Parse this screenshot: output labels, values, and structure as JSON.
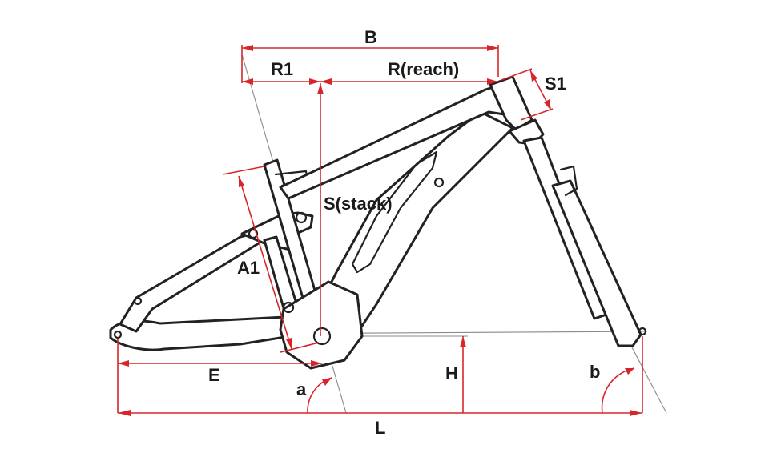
{
  "labels": {
    "B": "B",
    "R1": "R1",
    "reach": "R(reach)",
    "S1": "S1",
    "stack": "S(stack)",
    "A1": "A1",
    "E": "E",
    "H": "H",
    "a": "a",
    "b": "b",
    "L": "L"
  },
  "colors": {
    "dimension_lines": "#d7262b",
    "frame_outline": "#222222",
    "guide_lines": "#8a8a8a"
  }
}
